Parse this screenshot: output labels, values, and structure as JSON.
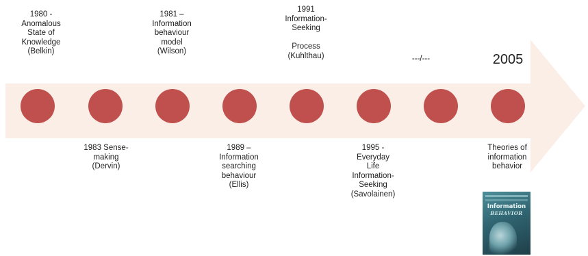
{
  "timeline": {
    "arrow_color": "#fbeee6",
    "dot_color": "#c0504d",
    "above_labels": [
      "1980 -\nAnomalous\nState of\nKnowledge\n(Belkin)",
      "1981 –\nInformation\nbehaviour\nmodel\n(Wilson)",
      "1991\nInformation-\nSeeking\n\nProcess\n(Kuhlthau)",
      "---/---",
      "2005"
    ],
    "below_labels": [
      "1983 Sense-\nmaking\n(Dervin)",
      "1989 –\nInformation\nsearching\nbehaviour\n(Ellis)",
      "1995 -\nEveryday\nLife\nInformation-\nSeeking\n(Savolainen)",
      "Theories of\ninformation\nbehavior"
    ]
  },
  "book": {
    "title_line1": "Information",
    "title_line2": "BEHAVIOR",
    "icon": "book-cover-image"
  }
}
